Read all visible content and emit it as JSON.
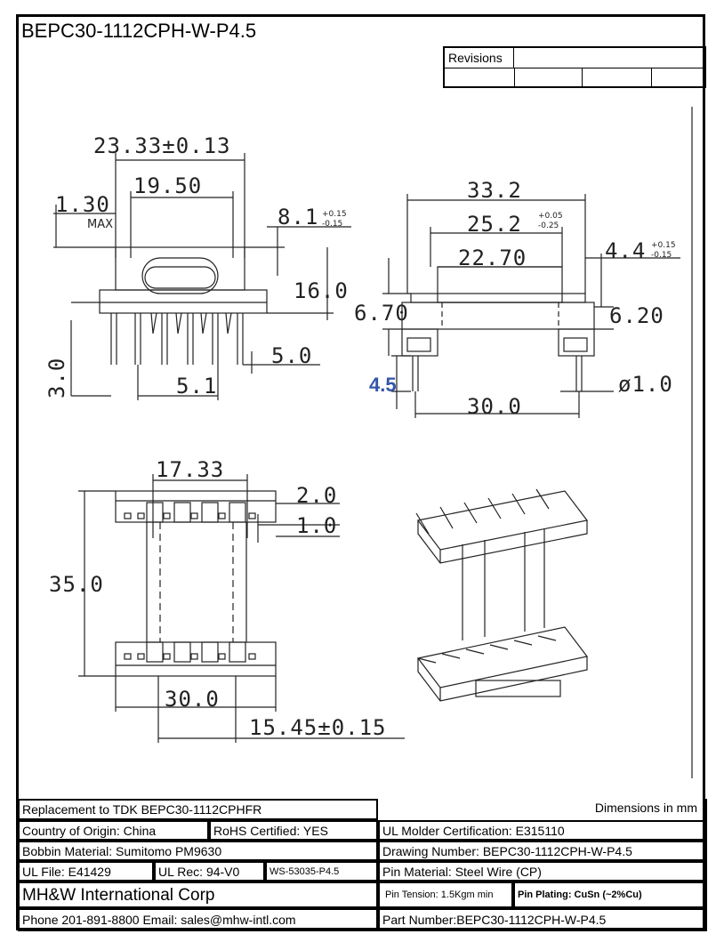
{
  "header": {
    "title": "BEPC30-1112CPH-W-P4.5",
    "revisions_label": "Revisions"
  },
  "dimensions": {
    "d1": "23.33±0.13",
    "d2": "19.50",
    "d3": "1.30",
    "d3_sub": "MAX",
    "d4": "8.1",
    "d4_tol_plus": "+0.15",
    "d4_tol_minus": "-0.15",
    "d5": "16.0",
    "d6": "5.0",
    "d7": "5.1",
    "d8": "3.0",
    "d9": "33.2",
    "d10": "25.2",
    "d10_tol_plus": "+0.05",
    "d10_tol_minus": "-0.25",
    "d11": "22.70",
    "d12": "4.4",
    "d12_tol_plus": "+0.15",
    "d12_tol_minus": "-0.15",
    "d13": "6.70",
    "d14": "6.20",
    "d15": "4.5",
    "d16": "ø1.0",
    "d17": "30.0",
    "d18": "17.33",
    "d19": "2.0",
    "d20": "1.0",
    "d21": "35.0",
    "d22": "30.0",
    "d23": "15.45±0.15"
  },
  "info": {
    "replacement": "Replacement to TDK BEPC30-1112CPHFR",
    "dimensions_note": "Dimensions in mm",
    "country": "Country of Origin:  China",
    "rohs": "RoHS Certified:  YES",
    "ul_molder": "UL Molder Certification: E315110",
    "bobbin_material": "Bobbin Material: Sumitomo PM9630",
    "drawing_number": "Drawing Number: BEPC30-1112CPH-W-P4.5",
    "ul_file": "UL File: E41429",
    "ul_rec": "UL Rec: 94-V0",
    "ws": "WS-53035-P4.5",
    "pin_material": "Pin Material:  Steel Wire (CP)",
    "company": "MH&W International Corp",
    "pin_tension": "Pin Tension: 1.5Kgm min",
    "pin_plating": "Pin Plating: CuSn (~2%Cu)",
    "contact": "Phone 201-891-8800  Email: sales@mhw-intl.com",
    "part_number": "Part Number:BEPC30-1112CPH-W-P4.5"
  },
  "colors": {
    "accent_dimension": "#3355aa",
    "line": "#222222"
  }
}
